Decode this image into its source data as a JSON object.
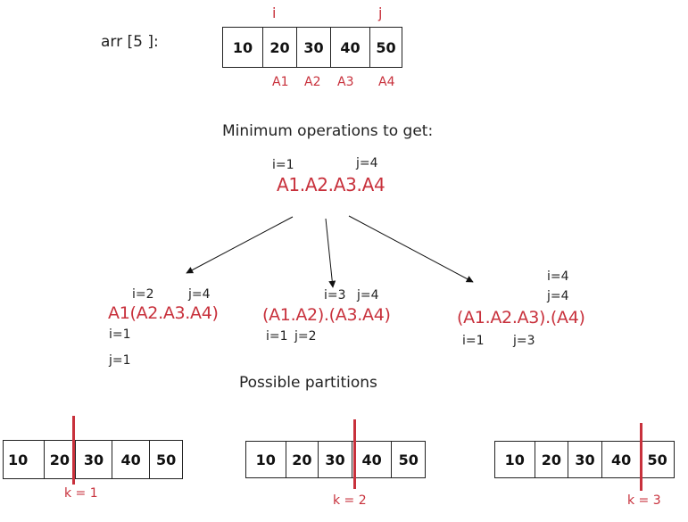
{
  "top": {
    "array_label": "arr [5 ]:",
    "values": [
      "10",
      "20",
      "30",
      "40",
      "50"
    ],
    "pointer_i": "i",
    "pointer_j": "j",
    "matrix_labels": [
      "A1",
      "A2",
      "A3",
      "A4"
    ]
  },
  "goal": {
    "heading": "Minimum operations to get:",
    "i_label": "i=1",
    "j_label": "j=4",
    "expression": "A1.A2.A3.A4"
  },
  "splits": [
    {
      "expression": "A1(A2.A3.A4)",
      "right_i": "i=2",
      "right_j": "j=4",
      "left_i": "i=1",
      "left_j": "j=1"
    },
    {
      "expression": "(A1.A2).(A3.A4)",
      "right_i": "i=3",
      "right_j": "j=4",
      "left_i": "i=1",
      "left_j": "j=2"
    },
    {
      "expression": "(A1.A2.A3).(A4)",
      "right_i": "i=4",
      "right_j": "j=4",
      "left_i": "i=1",
      "left_j": "j=3"
    }
  ],
  "partitions": {
    "heading": "Possible partitions",
    "arrays": [
      {
        "values": [
          "10",
          "20",
          "30",
          "40",
          "50"
        ],
        "k_label": "k =  1"
      },
      {
        "values": [
          "10",
          "20",
          "30",
          "40",
          "50"
        ],
        "k_label": "k =  2"
      },
      {
        "values": [
          "10",
          "20",
          "30",
          "40",
          "50"
        ],
        "k_label": "k =  3"
      }
    ]
  },
  "colors": {
    "accent": "#c8313c",
    "ink": "#222222"
  }
}
